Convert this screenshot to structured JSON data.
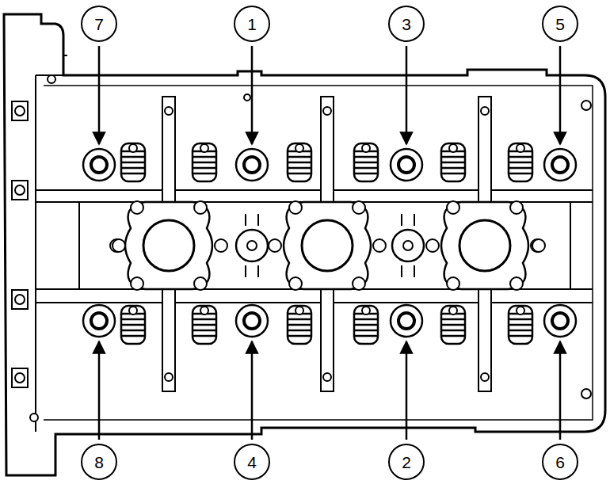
{
  "diagram": {
    "nodes": [
      {
        "text": [
          "7"
        ]
      },
      {
        "text": [
          "1"
        ]
      },
      {
        "text": [
          "3"
        ]
      },
      {
        "text": [
          "5"
        ]
      },
      {
        "text": [
          "8"
        ]
      },
      {
        "text": [
          "4"
        ]
      },
      {
        "text": [
          "2"
        ]
      },
      {
        "text": [
          "6"
        ]
      }
    ]
  }
}
